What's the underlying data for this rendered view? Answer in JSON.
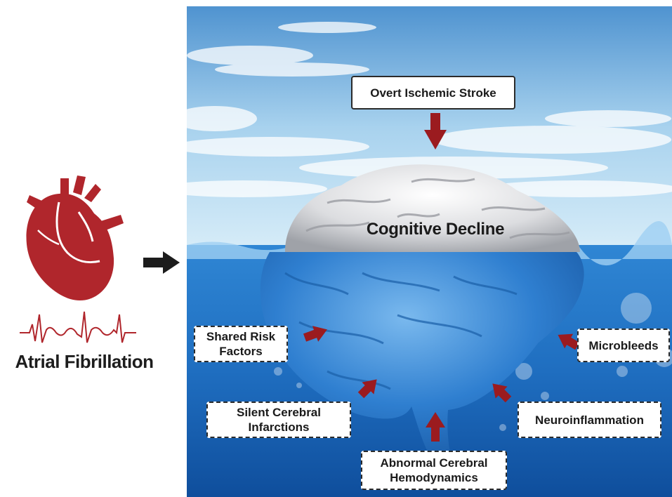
{
  "left": {
    "label": "Atrial Fibrillation",
    "heart_icon": "heart-icon",
    "ecg_icon": "ecg-trace-icon",
    "heart_color": "#b0262c"
  },
  "center": {
    "label": "Cognitive Decline",
    "brain_color_above": "#e8e8ea",
    "brain_color_below": "#2f7fd0",
    "water_color": "#1f6fc4",
    "sky_color": "#8fc3ea"
  },
  "factors": {
    "stroke": "Overt Ischemic Stroke",
    "shared": "Shared Risk Factors",
    "microbleeds": "Microbleeds",
    "silent": "Silent Cerebral Infarctions",
    "neuro": "Neuroinflammation",
    "abnormal": "Abnormal Cerebral Hemodynamics"
  },
  "colors": {
    "arrow_red": "#9b1b1f",
    "flow_arrow": "#1c1c1c"
  }
}
